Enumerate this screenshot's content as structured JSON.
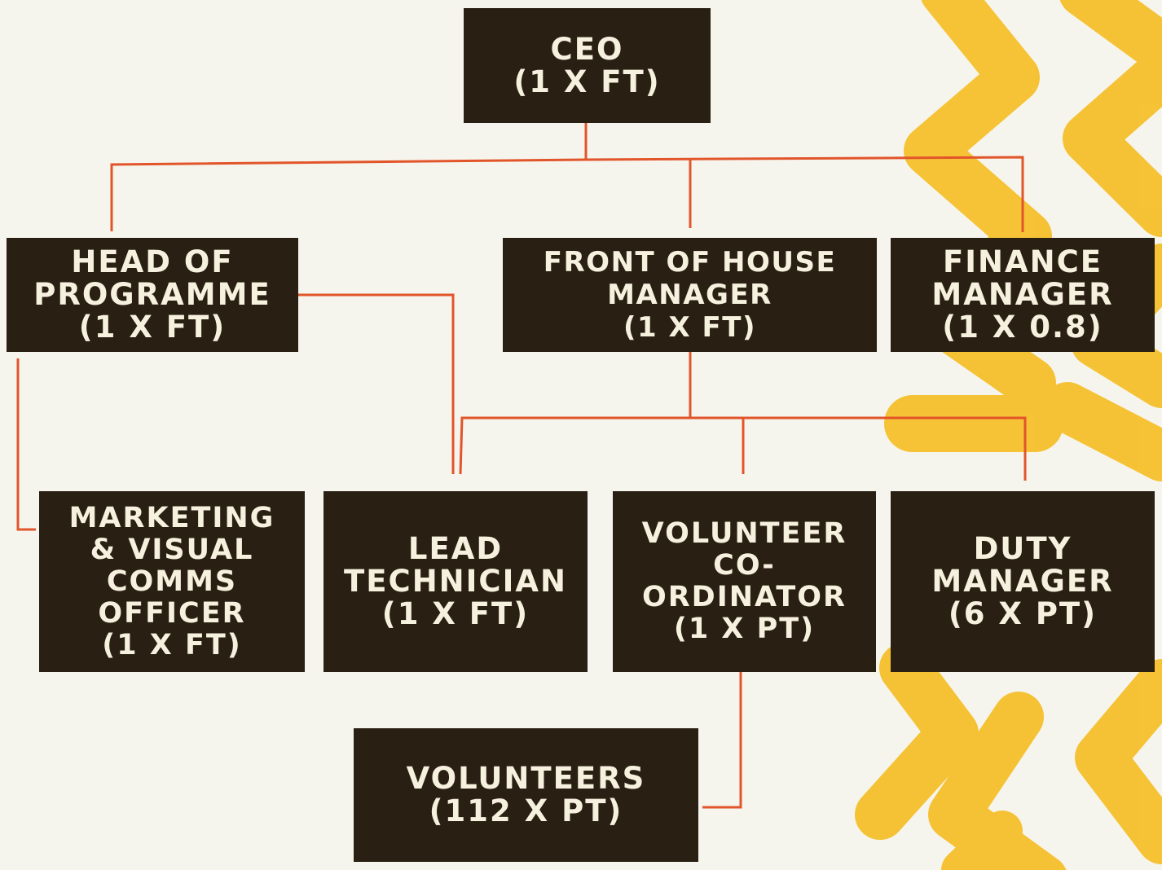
{
  "chart": {
    "boxes": {
      "ceo": "CEO\n(1 X FT)",
      "head_of_programme": "HEAD OF\nPROGRAMME\n(1 X FT)",
      "front_of_house": "FRONT OF HOUSE\nMANAGER\n(1 X FT)",
      "finance": "FINANCE\nMANAGER\n(1 X 0.8)",
      "marketing": "MARKETING\n& VISUAL\nCOMMS\nOFFICER\n(1 X FT)",
      "lead_technician": "LEAD\nTECHNICIAN\n(1 X FT)",
      "volunteer_coordinator": "VOLUNTEER\nCO-\nORDINATOR\n(1 X PT)",
      "duty_manager": "DUTY\nMANAGER\n(6 X PT)",
      "volunteers": "VOLUNTEERS\n(112 X PT)"
    }
  },
  "colors": {
    "background": "#f6f5ed",
    "box_fill": "#291f13",
    "box_text": "#f6f1de",
    "connector": "#e2552b",
    "decoration": "#f5c02c"
  }
}
